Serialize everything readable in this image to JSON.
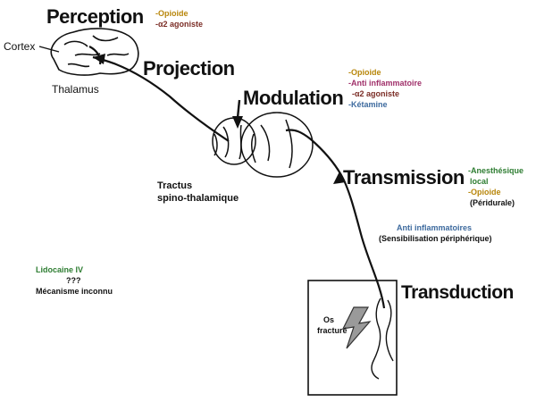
{
  "stages": {
    "perception": "Perception",
    "projection": "Projection",
    "modulation": "Modulation",
    "transmission": "Transmission",
    "transduction": "Transduction"
  },
  "anatomy": {
    "cortex": "Cortex",
    "thalamus": "Thalamus",
    "tract_line1": "Tractus",
    "tract_line2": "spino-thalamique",
    "fracture_line1": "Os",
    "fracture_line2": "fracturé"
  },
  "drugs": {
    "perception": [
      "-Opioide",
      "-α2 agoniste"
    ],
    "modulation": [
      "-Opioide",
      "-Anti inflammatoire",
      "-α2 agoniste",
      "-Kétamine"
    ],
    "transmission": [
      "-Anesthésique",
      "local",
      "-Opioide",
      "(Péridurale)"
    ],
    "peripheral_title": "Anti inflammatoires",
    "peripheral_sub": "(Sensibilisation périphérique)",
    "lidocaine_title": "Lidocaine IV",
    "lidocaine_q": "???",
    "lidocaine_sub": "Mécanisme inconnu"
  },
  "colors": {
    "opioid": "#b8860b",
    "alpha2": "#7b2d26",
    "antiinflam": "#a0306a",
    "ketamine": "#3d6a9e",
    "anesthetic": "#2e7d32",
    "peripheral": "#3d6a9e",
    "lidocaine": "#2e7d32"
  }
}
